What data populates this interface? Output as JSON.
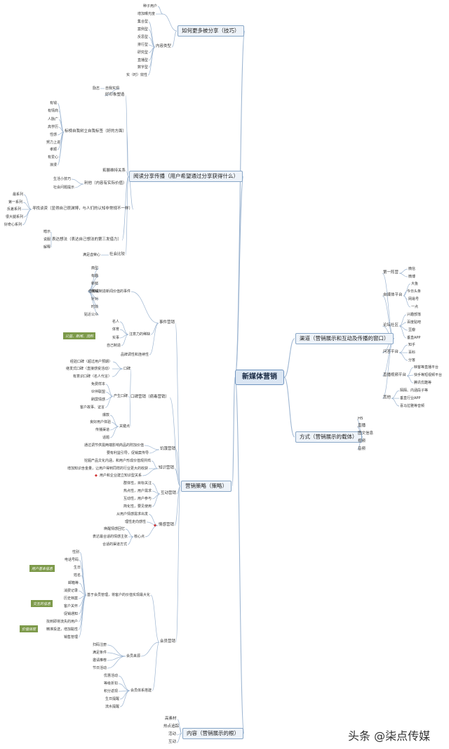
{
  "root": "新媒体营销",
  "branches": [
    {
      "label": "如何更多被分享（技巧）",
      "children": [
        {
          "label": "",
          "children": [
            {
              "label": "种子用户"
            },
            {
              "label": "增加曝光度"
            }
          ]
        },
        {
          "label": "内容类型",
          "children": [
            {
              "label": "集合型"
            },
            {
              "label": "案例型"
            },
            {
              "label": "反思型"
            },
            {
              "label": "排行型"
            },
            {
              "label": "研究型"
            },
            {
              "label": "直播型"
            },
            {
              "label": "数字型"
            },
            {
              "label": "实（时）效性"
            }
          ]
        }
      ]
    },
    {
      "label": "阅读分享传播（用户希望通过分享获得什么）",
      "children": [
        {
          "label": "好印象塑造",
          "children": [
            {
              "label": "自我实现",
              "children": [
                {
                  "label": "励志"
                }
              ]
            }
          ]
        },
        {
          "label": "标榜自我树立自我标签（好的方面）",
          "children": [
            {
              "label": "有钱"
            },
            {
              "label": "有情商"
            },
            {
              "label": "人脉广"
            },
            {
              "label": "高学历"
            },
            {
              "label": "性感"
            },
            {
              "label": "努力上进"
            },
            {
              "label": "孝顺"
            },
            {
              "label": "有爱心"
            },
            {
              "label": "浪漫"
            }
          ]
        },
        {
          "label": "拓展维持关系"
        },
        {
          "label": "利他（内容有实际价值）",
          "children": [
            {
              "label": "生活小技巧"
            },
            {
              "label": "社会问题提示"
            }
          ]
        },
        {
          "label": "寻找谈资（显得自己很渊博，与人们的认知非常规不一样）",
          "children": [
            {
              "label": "最系列"
            },
            {
              "label": "第一系列"
            },
            {
              "label": "反差系列"
            },
            {
              "label": "很大腿系列"
            },
            {
              "label": "好奇心系列"
            }
          ]
        },
        {
          "label": "表达想法（表达自己想法的第三发借力）",
          "children": [
            {
              "label": "暗示"
            },
            {
              "label": "说服"
            },
            {
              "label": "解释"
            }
          ]
        },
        {
          "label": "社会比较",
          "children": [
            {
              "label": "满足虚荣心"
            }
          ]
        }
      ]
    },
    {
      "label": "营销策略（策略）",
      "children": [
        {
          "label": "事件营销",
          "children": [
            {
              "label": "借势或制造新闻价值的事件",
              "children": [
                {
                  "label": "典型"
                },
                {
                  "label": "有趣"
                },
                {
                  "label": "新鲜"
                },
                {
                  "label": "稀缺"
                },
                {
                  "label": "针对"
                },
                {
                  "label": "时效"
                },
                {
                  "label": "贴近公众"
                }
              ]
            },
            {
              "label": "注意力的稀缺",
              "children": [
                {
                  "label": "名人"
                },
                {
                  "label": "体育"
                },
                {
                  "label": "实事"
                },
                {
                  "label": "自己制造"
                }
              ],
              "tag": "公益、新闻、流料"
            },
            {
              "label": "品牌调性和连续性"
            }
          ]
        },
        {
          "label": "口碑营销（病毒营销）",
          "children": [
            {
              "label": "口碑",
              "children": [
                {
                  "label": "经验口碑（超过用户预期）"
                },
                {
                  "label": "继发式口碑（直接感受活动）"
                },
                {
                  "label": "有意识口碑（名人代言）"
                }
              ]
            },
            {
              "label": "产生口碑",
              "children": [
                {
                  "label": "免费样本"
                },
                {
                  "label": "伙伴联盟"
                },
                {
                  "label": "刷屏情感"
                },
                {
                  "label": "客户故事、证言"
                }
              ]
            },
            {
              "label": "关键点",
              "children": [
                {
                  "label": "爆款"
                },
                {
                  "label": "良好用户体验"
                },
                {
                  "label": "传播渠道"
                },
                {
                  "label": "话题"
                }
              ]
            }
          ]
        },
        {
          "label": "饥饿营销",
          "children": [
            {
              "label": "通过调节供需两端影响商品的附加价值"
            },
            {
              "label": "要有利益引导，促销案传导"
            }
          ]
        },
        {
          "label": "知识营销",
          "children": [
            {
              "label": "挖掘产品文化内涵，和用户形成价值观共鸣"
            },
            {
              "label": "增加知识含金量，让用户得到同样的行业更大的收获"
            },
            {
              "label": "用户和企业建立知识型关系",
              "star": true
            }
          ]
        },
        {
          "label": "互动营销",
          "children": [
            {
              "label": "群体性，目标关注"
            },
            {
              "label": "热点性，用户需求"
            },
            {
              "label": "互动性，用户参与"
            },
            {
              "label": "简化性，要见使用"
            }
          ]
        },
        {
          "label": "情感营销",
          "star": true,
          "children": [
            {
              "label": "从用户情感需求出发"
            },
            {
              "label": "理性走向感性"
            },
            {
              "label": "核心点",
              "children": [
                {
                  "label": "唤醒情感回忆"
                },
                {
                  "label": "表达最合适的情感主张"
                },
                {
                  "label": "合适的渠道方式"
                }
              ]
            }
          ]
        },
        {
          "label": "会员营销",
          "children": [
            {
              "label": "基于会员管理，将客户的价值实现最大化",
              "children": [
                {
                  "label": "性别"
                },
                {
                  "label": "电话号码"
                },
                {
                  "label": "生日"
                },
                {
                  "label": "姓名"
                },
                {
                  "label": "邮箱等"
                },
                {
                  "label": "消费记录"
                },
                {
                  "label": "历史档案"
                },
                {
                  "label": "客户关怀"
                },
                {
                  "label": "促销通知"
                },
                {
                  "label": "找到即将流失的用户"
                },
                {
                  "label": "精准投送，增加黏性"
                },
                {
                  "label": "销售管理"
                }
              ],
              "tags": [
                "用户基本信息",
                "交互的信息",
                "价值体现"
              ]
            },
            {
              "label": "会员来源",
              "children": [
                {
                  "label": "扫码注册"
                },
                {
                  "label": "满足条件"
                },
                {
                  "label": "邀请推荐"
                },
                {
                  "label": "节日活动"
                }
              ]
            },
            {
              "label": "会员体系搭建",
              "children": [
                {
                  "label": "优惠活动"
                },
                {
                  "label": "等级折扣"
                },
                {
                  "label": "积分返现"
                },
                {
                  "label": "生日提醒"
                },
                {
                  "label": "流水提醒"
                }
              ]
            }
          ]
        }
      ]
    },
    {
      "label": "内容（营销展示的根）",
      "children": [
        {
          "label": "高素材"
        },
        {
          "label": "热点追踪"
        },
        {
          "label": "活动"
        },
        {
          "label": "互动"
        }
      ]
    },
    {
      "label": "渠道（营销展示和互动及传播的窗口）",
      "children": [
        {
          "label": "第一阵营",
          "children": [
            {
              "label": "微信"
            },
            {
              "label": "微博"
            }
          ]
        },
        {
          "label": "自媒体平台",
          "children": [
            {
              "label": "大鱼"
            },
            {
              "label": "今日头条"
            },
            {
              "label": "网易号"
            },
            {
              "label": "一点"
            }
          ]
        },
        {
          "label": "论坛社区",
          "children": [
            {
              "label": "兴趣部落"
            },
            {
              "label": "百度贴吧"
            },
            {
              "label": "豆瓣"
            },
            {
              "label": "垂直APP"
            }
          ]
        },
        {
          "label": "问答平台",
          "children": [
            {
              "label": "知乎"
            },
            {
              "label": "百科"
            },
            {
              "label": "分答"
            }
          ]
        },
        {
          "label": "直播视频平台",
          "children": [
            {
              "label": "映客等直播平台"
            },
            {
              "label": "快手等短视频平台"
            },
            {
              "label": "腾讯优酷等"
            }
          ]
        },
        {
          "label": "其他",
          "children": [
            {
              "label": "陌陌、内涵段子等"
            },
            {
              "label": "垂直行业APP"
            },
            {
              "label": "喜马拉雅等音频"
            }
          ]
        }
      ]
    },
    {
      "label": "方式（营销展示的载体）",
      "children": [
        {
          "label": "H5"
        },
        {
          "label": "直播"
        },
        {
          "label": "图文信息"
        },
        {
          "label": "视频"
        },
        {
          "label": "音频"
        }
      ]
    }
  ],
  "watermark": "头条 @柒点传媒",
  "colors": {
    "line": "#9eb6d2",
    "root_fill": "#dbe6f3",
    "branch_fill": "#eef3f9",
    "tag_fill": "#7d9a4a",
    "star": "#d03030"
  }
}
